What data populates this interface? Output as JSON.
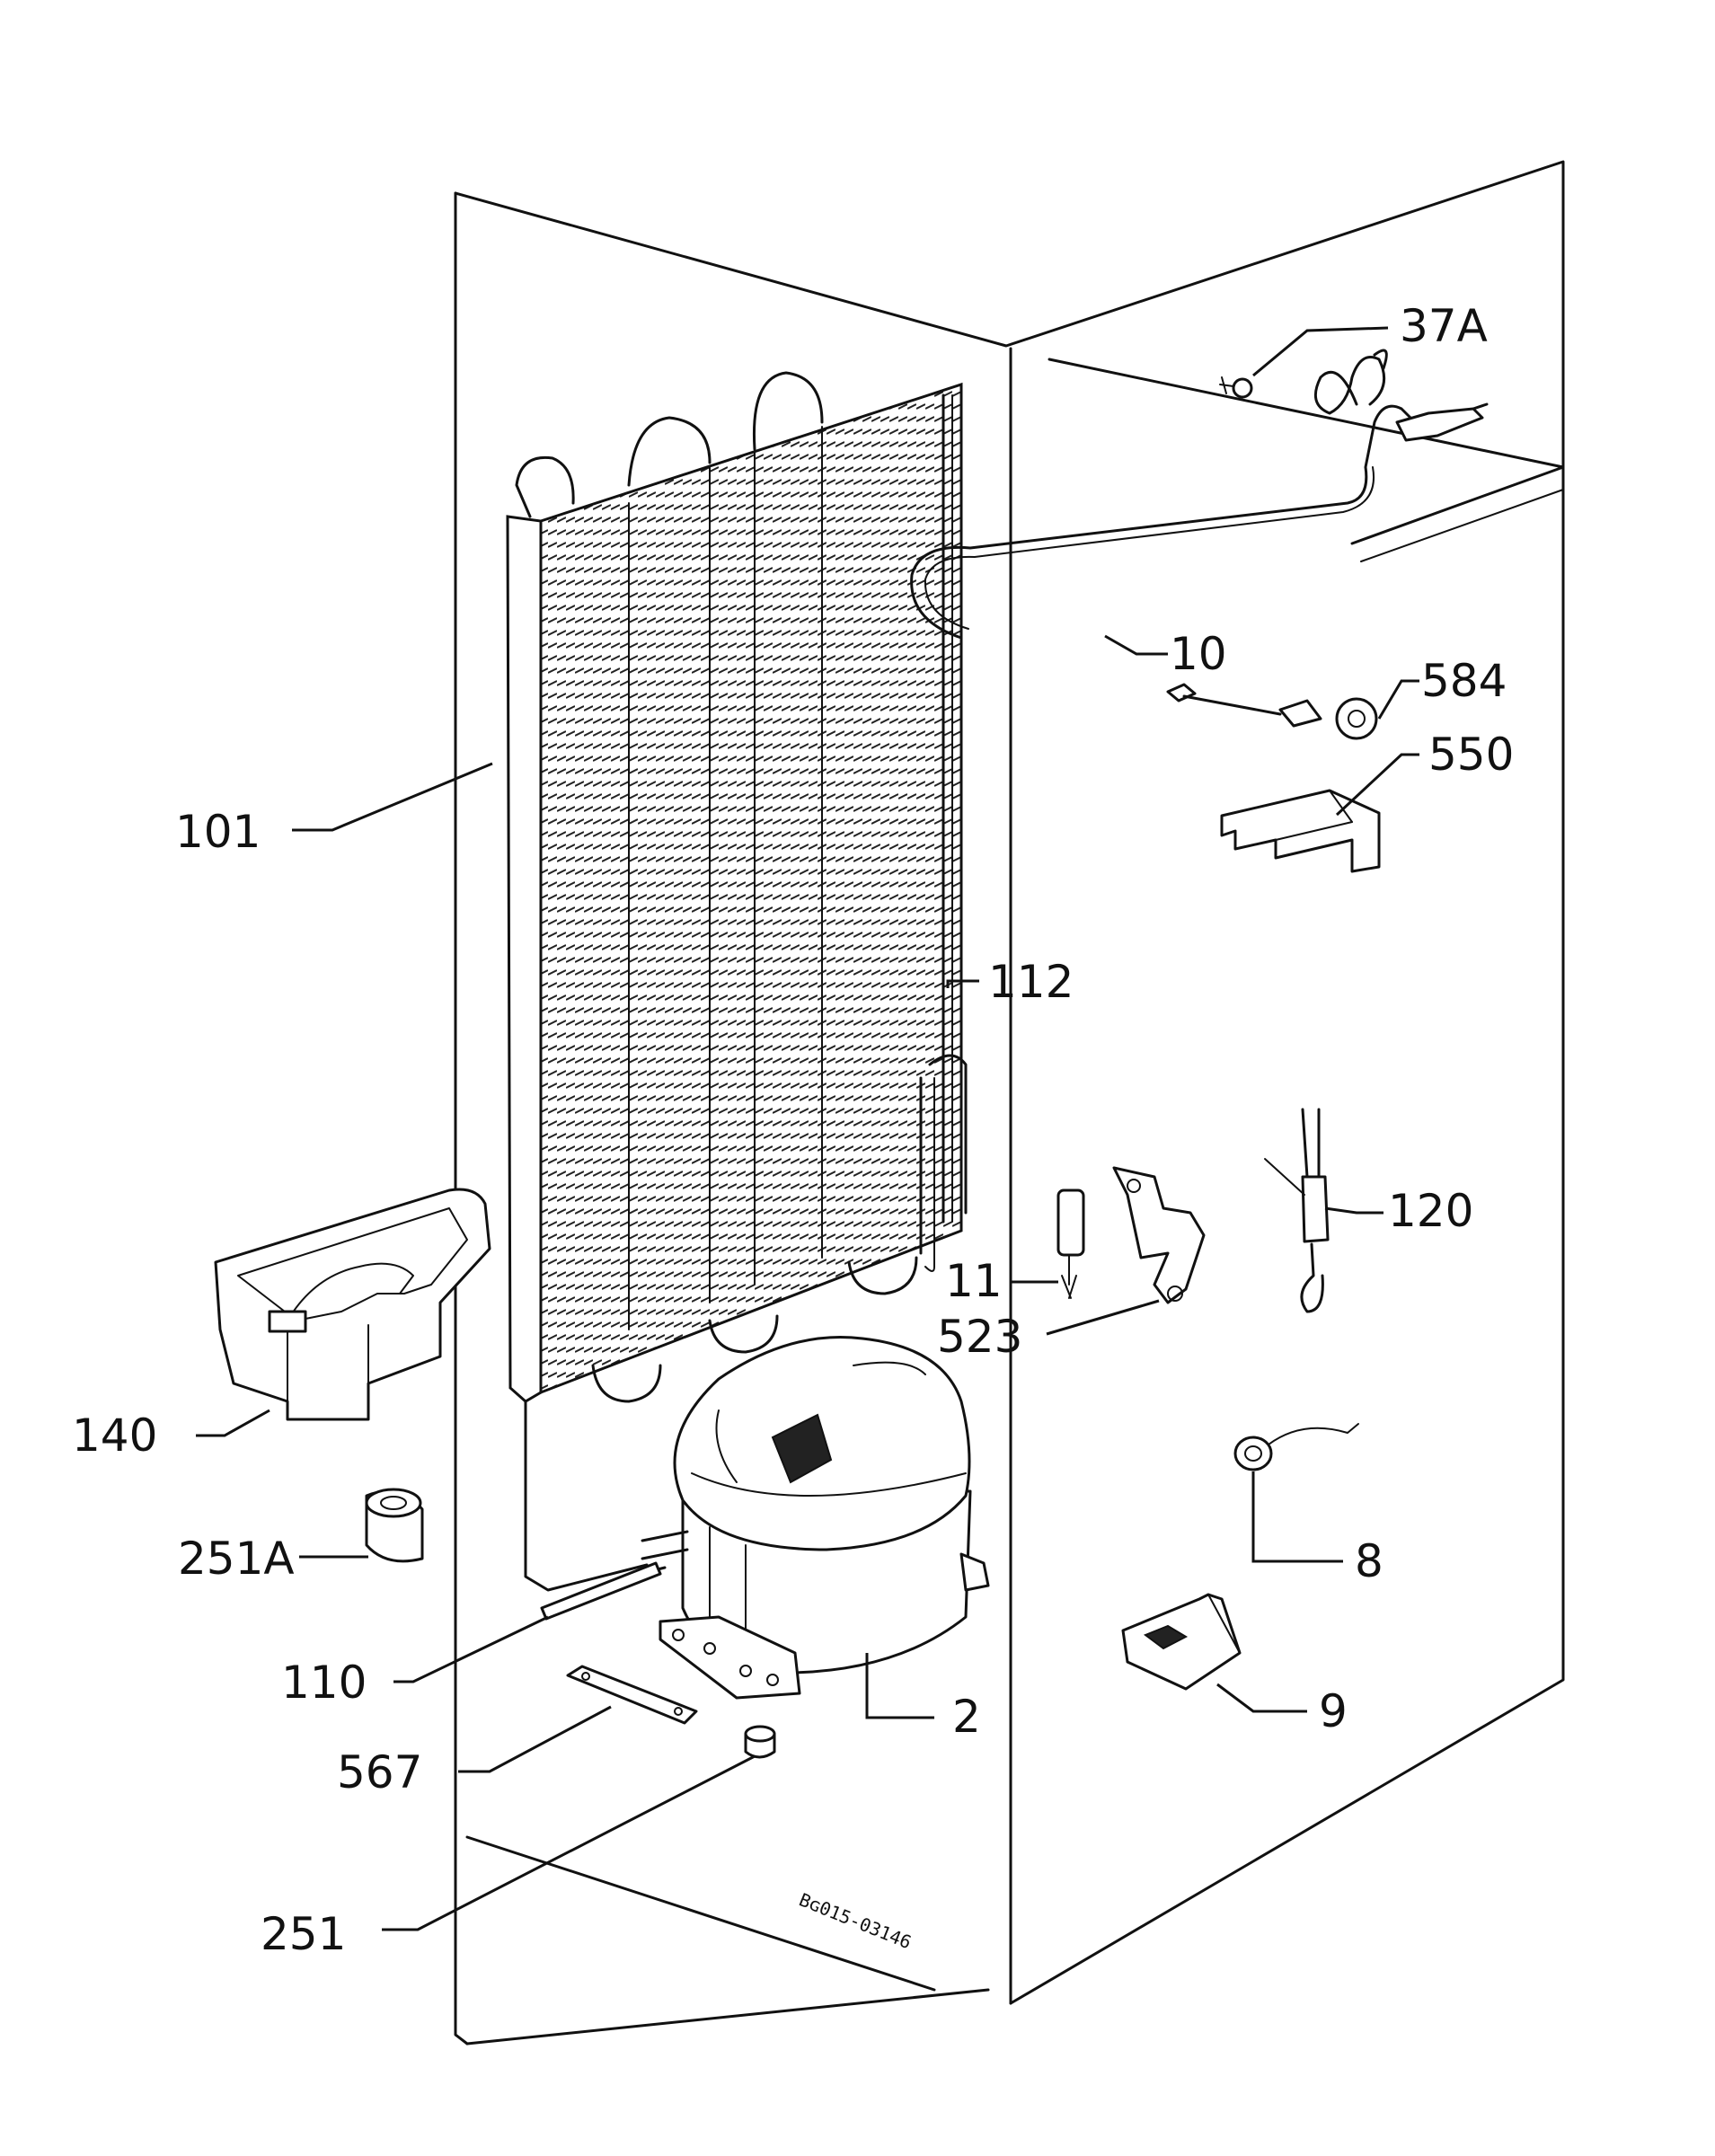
{
  "drawing_code": "Bɢ015-03146",
  "labels": {
    "p37A": "37A",
    "p10": "10",
    "p584": "584",
    "p550": "550",
    "p101": "101",
    "p112": "112",
    "p120": "120",
    "p11": "11",
    "p523": "523",
    "p140": "140",
    "p251A": "251A",
    "p8": "8",
    "p110": "110",
    "p2": "2",
    "p9": "9",
    "p567": "567",
    "p251": "251"
  }
}
